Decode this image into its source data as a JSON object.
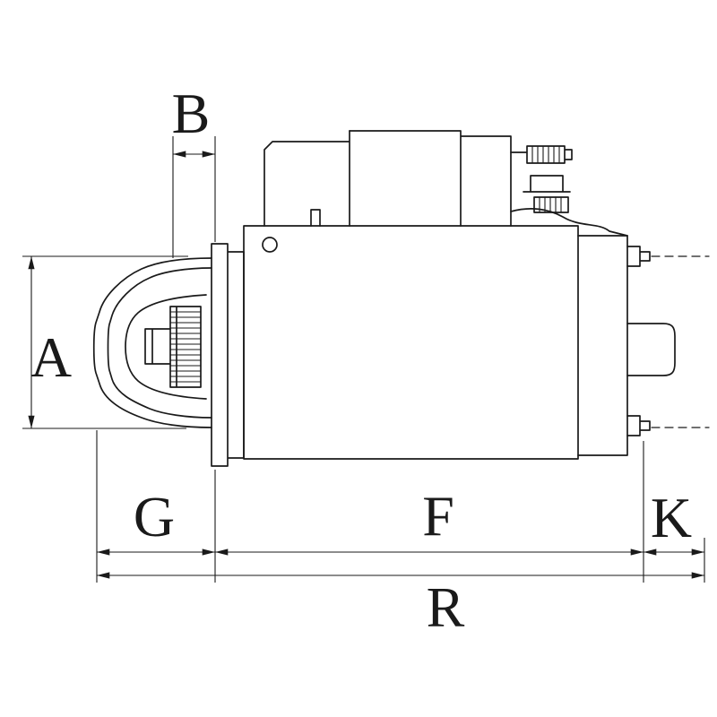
{
  "page": {
    "background": "#ffffff"
  },
  "diagram": {
    "line_color": "#1a1a1a",
    "labels": {
      "A": "A",
      "B": "B",
      "G": "G",
      "F": "F",
      "K": "K",
      "R": "R"
    }
  }
}
